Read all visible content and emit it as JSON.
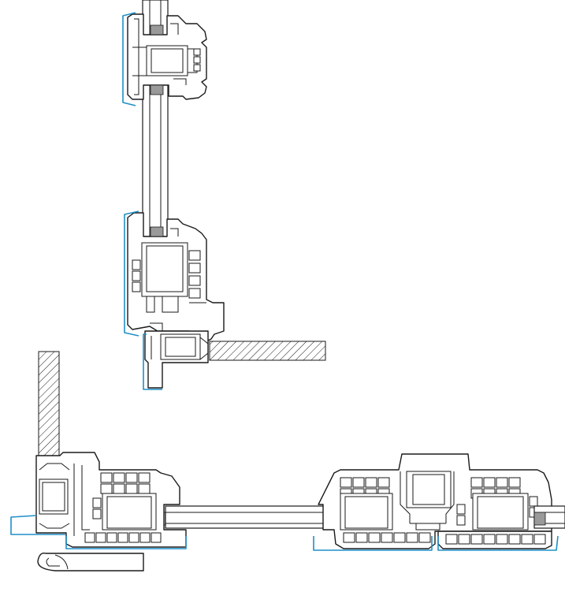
{
  "colors": {
    "line": "#1a1a1a",
    "seal": "#1e8fc8",
    "spacer": "#9a9a9a",
    "background": "#ffffff"
  },
  "parts": {
    "vertical_section": [
      "upper-sash-profile",
      "lower-sash-profile",
      "frame-profile",
      "sill-board"
    ],
    "horizontal_section": [
      "wall-post",
      "left-frame-profile",
      "middle-mullion",
      "right-frame-profile"
    ]
  }
}
